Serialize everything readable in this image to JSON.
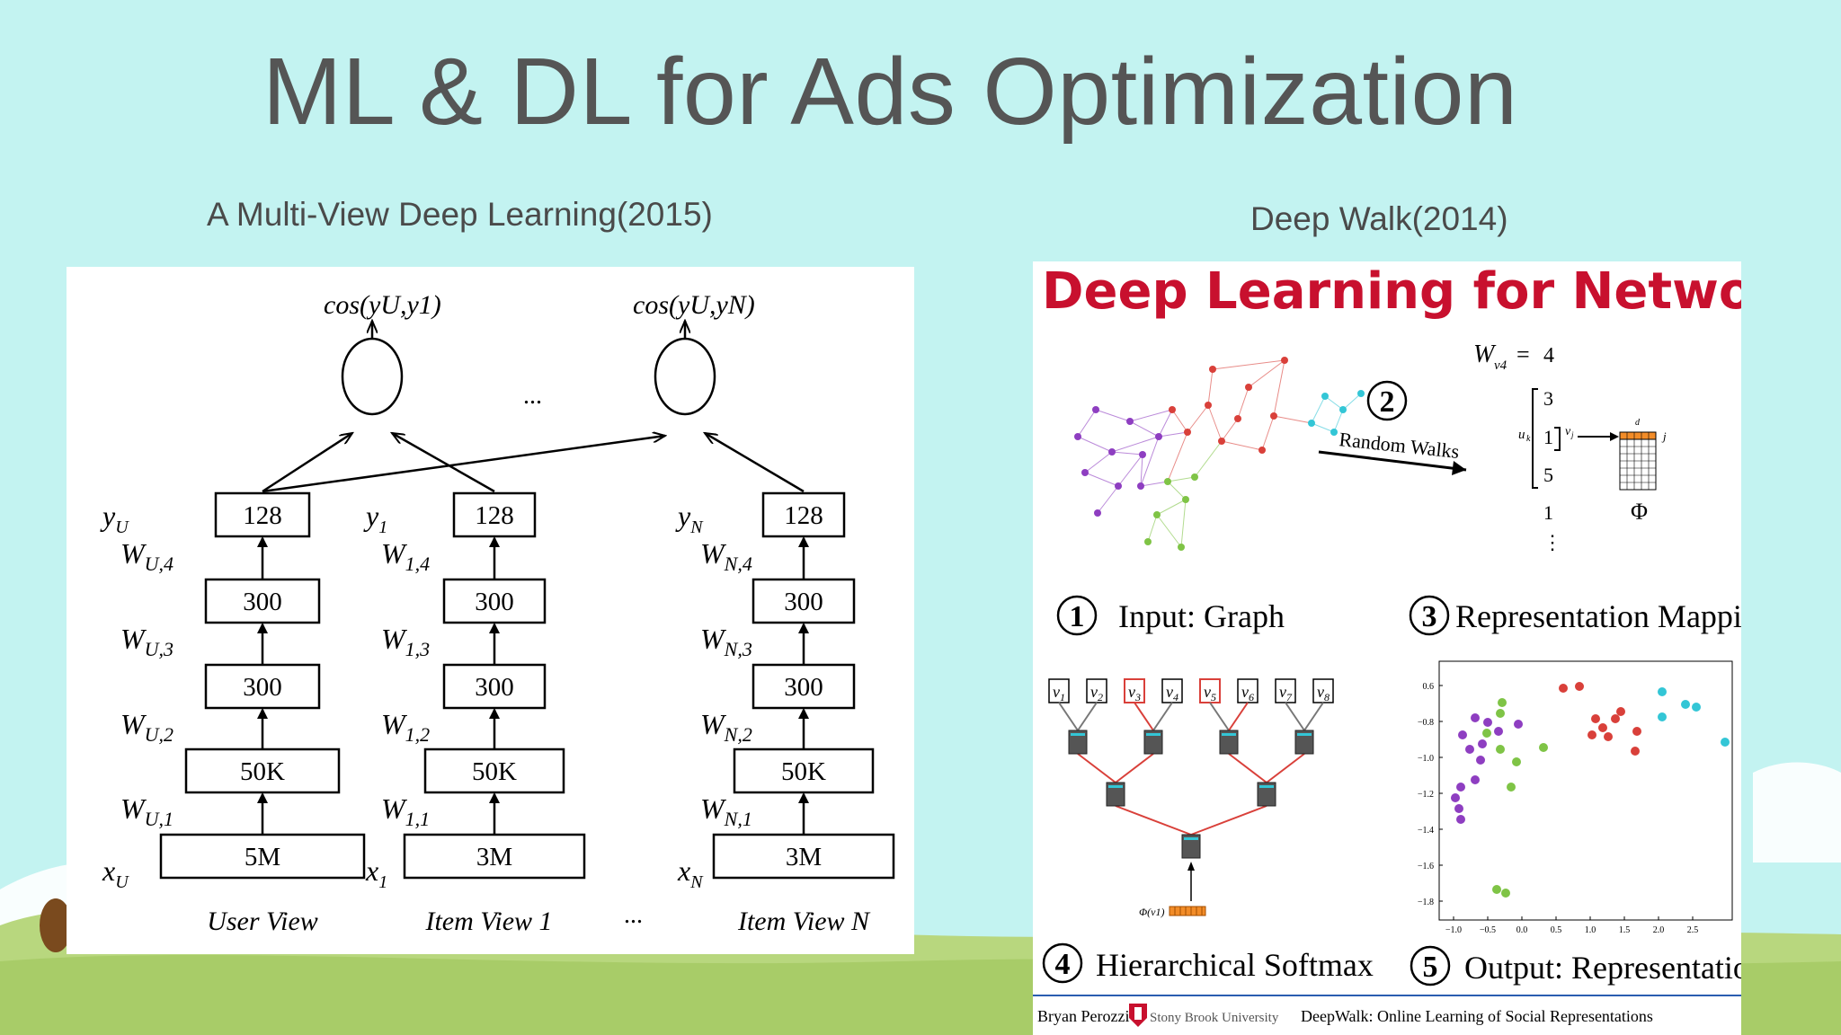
{
  "slide": {
    "title": "ML & DL for Ads Optimization",
    "left_subtitle": "A Multi-View Deep Learning(2015)",
    "right_subtitle": "Deep Walk(2014)"
  },
  "mvdl": {
    "top_labels": {
      "left": "cos(yU,y1)",
      "right": "cos(yU,yN)"
    },
    "ellipsis_top": "...",
    "ellipsis_bottom": "...",
    "columns": [
      {
        "id": "user",
        "layers": [
          "128",
          "300",
          "300",
          "50K",
          "5M"
        ],
        "y_label": "y",
        "y_sub": "U",
        "x_label": "x",
        "x_sub": "U",
        "weights": [
          {
            "w": "W",
            "sub": "U,4"
          },
          {
            "w": "W",
            "sub": "U,3"
          },
          {
            "w": "W",
            "sub": "U,2"
          },
          {
            "w": "W",
            "sub": "U,1"
          }
        ],
        "view": "User View"
      },
      {
        "id": "item1",
        "layers": [
          "128",
          "300",
          "300",
          "50K",
          "3M"
        ],
        "y_label": "y",
        "y_sub": "1",
        "x_label": "x",
        "x_sub": "1",
        "weights": [
          {
            "w": "W",
            "sub": "1,4"
          },
          {
            "w": "W",
            "sub": "1,3"
          },
          {
            "w": "W",
            "sub": "1,2"
          },
          {
            "w": "W",
            "sub": "1,1"
          }
        ],
        "view": "Item View 1"
      },
      {
        "id": "itemN",
        "layers": [
          "128",
          "300",
          "300",
          "50K",
          "3M"
        ],
        "y_label": "y",
        "y_sub": "N",
        "x_label": "x",
        "x_sub": "N",
        "weights": [
          {
            "w": "W",
            "sub": "N,4"
          },
          {
            "w": "W",
            "sub": "N,3"
          },
          {
            "w": "W",
            "sub": "N,2"
          },
          {
            "w": "W",
            "sub": "N,1"
          }
        ],
        "view": "Item View N"
      }
    ]
  },
  "deepwalk": {
    "title": "Deep Learning for Networks",
    "title_color": "#c8102e",
    "steps": [
      {
        "num": "1",
        "label": "Input: Graph"
      },
      {
        "num": "2",
        "label": "Random Walks"
      },
      {
        "num": "3",
        "label": "Representation Mapping"
      },
      {
        "num": "4",
        "label": "Hierarchical Softmax"
      },
      {
        "num": "5",
        "label": "Output: Representation"
      }
    ],
    "walk": {
      "header": "W",
      "header_sub": "v4",
      "header_eq": "=",
      "values": [
        "4",
        "3",
        "1",
        "5",
        "1",
        "⋮"
      ],
      "uk": "u",
      "uk_sub": "k",
      "vj": "v",
      "vj_sub": "j",
      "d": "d",
      "j": "j",
      "phi": "Φ"
    },
    "softmax": {
      "nodes": [
        "v1",
        "v2",
        "v3",
        "v4",
        "v5",
        "v6",
        "v7",
        "v8"
      ],
      "phi_label": "Φ(v1)"
    },
    "scatter_axis": {
      "x_ticks": [
        "−1.0",
        "−0.5",
        "0.0",
        "0.5",
        "1.0",
        "1.5",
        "2.0",
        "2.5"
      ],
      "y_ticks": [
        "0.6",
        "−0.8",
        "−1.0",
        "−1.2",
        "−1.4",
        "−1.6",
        "−1.8"
      ]
    },
    "footer": {
      "author": "Bryan Perozzi",
      "university": "Stony Brook University",
      "paper": "DeepWalk: Online Learning of Social Representations"
    }
  }
}
